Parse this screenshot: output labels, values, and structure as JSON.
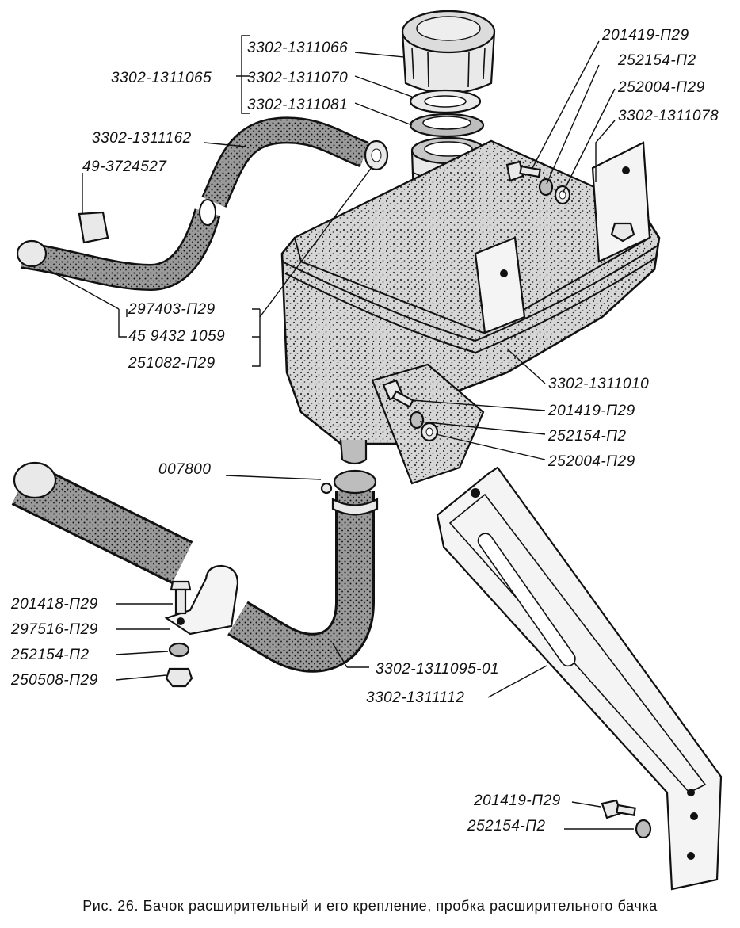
{
  "labels": {
    "cap_group": [
      "3302-1311066",
      "3302-1311070",
      "3302-1311081"
    ],
    "cap_bracket_label": "3302-1311065",
    "upper_hose": "3302-1311162",
    "hose_clamp_upper": "49-3724527",
    "upper_right_bolt": "201419-П29",
    "upper_right_washer1": "252154-П2",
    "upper_right_washer2": "252004-П29",
    "upper_right_bracket": "3302-1311078",
    "left_group": [
      "297403-П29",
      "45 9432 1059",
      "251082-П29"
    ],
    "tank": "3302-1311010",
    "side_bolt": "201419-П29",
    "side_washer1": "252154-П2",
    "side_washer2": "252004-П29",
    "clamp_lower": "007800",
    "lower_bolt": "201418-П29",
    "lower_clip": "297516-П29",
    "lower_washer": "252154-П2",
    "lower_nut": "250508-П29",
    "lower_hose": "3302-1311095-01",
    "long_bracket": "3302-1311112",
    "bottom_bolt": "201419-П29",
    "bottom_washer": "252154-П2"
  },
  "caption": "Рис. 26. Бачок расширительный и его крепление, пробка расширительного бачка"
}
